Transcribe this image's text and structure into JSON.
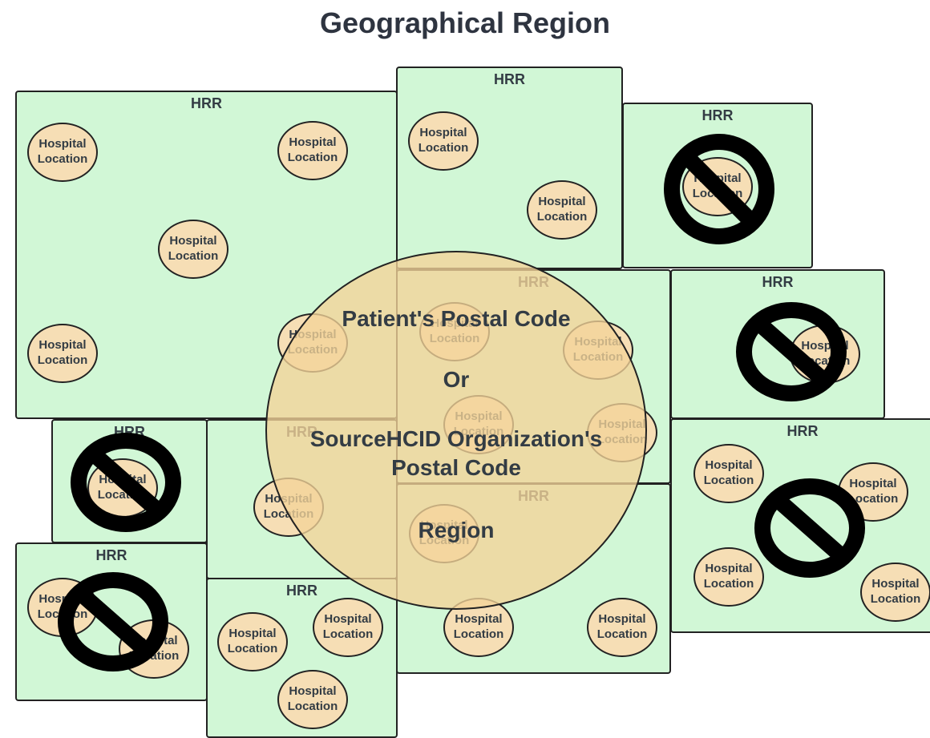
{
  "title": "Geographical Region",
  "hrr_label": "HRR",
  "hospital_label": "Hospital Location",
  "center": {
    "line1": "Patient's Postal Code",
    "line2": "Or",
    "line3": "SourceHCID Organization's Postal Code",
    "line4": "Region"
  },
  "colors": {
    "hrr_fill": "#d1f7d6",
    "hospital_fill": "#f6deb5",
    "region_fill": "#f4d498",
    "no_symbol": "#000000"
  },
  "icons": [
    "prohibited-icon"
  ]
}
